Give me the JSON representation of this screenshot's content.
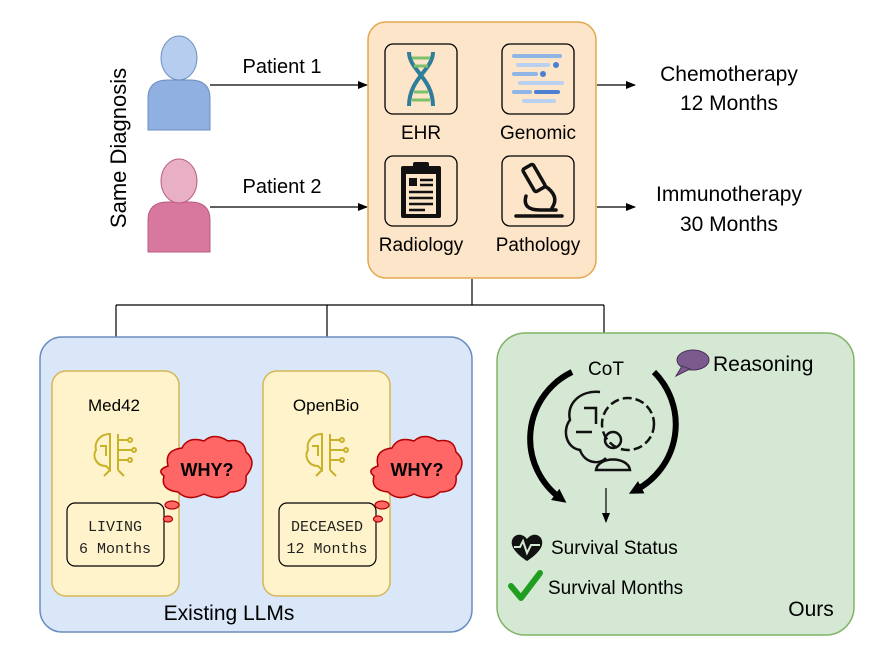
{
  "side_label": "Same Diagnosis",
  "patients": [
    {
      "label": "Patient 1",
      "body_color": "#8FB0E0",
      "head_color": "#B6CDEF"
    },
    {
      "label": "Patient 2",
      "body_color": "#D9789F",
      "head_color": "#E8AFC5"
    }
  ],
  "modalities": {
    "ehr": "EHR",
    "genomic": "Genomic",
    "radiology": "Radiology",
    "pathology": "Pathology"
  },
  "outcomes": {
    "patient1": {
      "line1": "Chemotherapy",
      "line2": "12 Months"
    },
    "patient2": {
      "line1": "Immunotherapy",
      "line2": "30 Months"
    }
  },
  "existing": {
    "panel_label": "Existing LLMs",
    "models": [
      {
        "name": "Med42",
        "bubble": "WHY?",
        "status": "LIVING",
        "months": "6 Months"
      },
      {
        "name": "OpenBio",
        "bubble": "WHY?",
        "status": "DECEASED",
        "months": "12 Months"
      }
    ]
  },
  "ours": {
    "panel_label": "Ours",
    "cot_label": "CoT",
    "reasoning_label": "Reasoning",
    "survival_status": "Survival Status",
    "survival_months": "Survival Months"
  },
  "icons": {
    "ehr": "dna-icon",
    "genomic": "gene-sequence-icon",
    "radiology": "clipboard-report-icon",
    "pathology": "microscope-icon",
    "llm": "brain-circuit-icon",
    "cot": "brain-gear-person-icon",
    "reasoning": "speech-bubble-icon",
    "status": "heart-pulse-icon",
    "months": "check-icon"
  },
  "colors": {
    "hub_fill": "#FCE5C8",
    "hub_stroke": "#E3A74E",
    "existing_fill": "#DAE7F8",
    "existing_stroke": "#6C8EBF",
    "model_fill": "#FFF3CC",
    "model_stroke": "#D6B656",
    "ours_fill": "#D5E8D4",
    "ours_stroke": "#82B366",
    "bubble_fill": "#FF6666",
    "bubble_stroke": "#B20000",
    "llm_icon": "#C8B22A",
    "dna_blue": "#2E7D99",
    "dna_green": "#7CC06A",
    "check_green": "#1F9E1F",
    "reasoning_purple": "#7B5A8E"
  }
}
